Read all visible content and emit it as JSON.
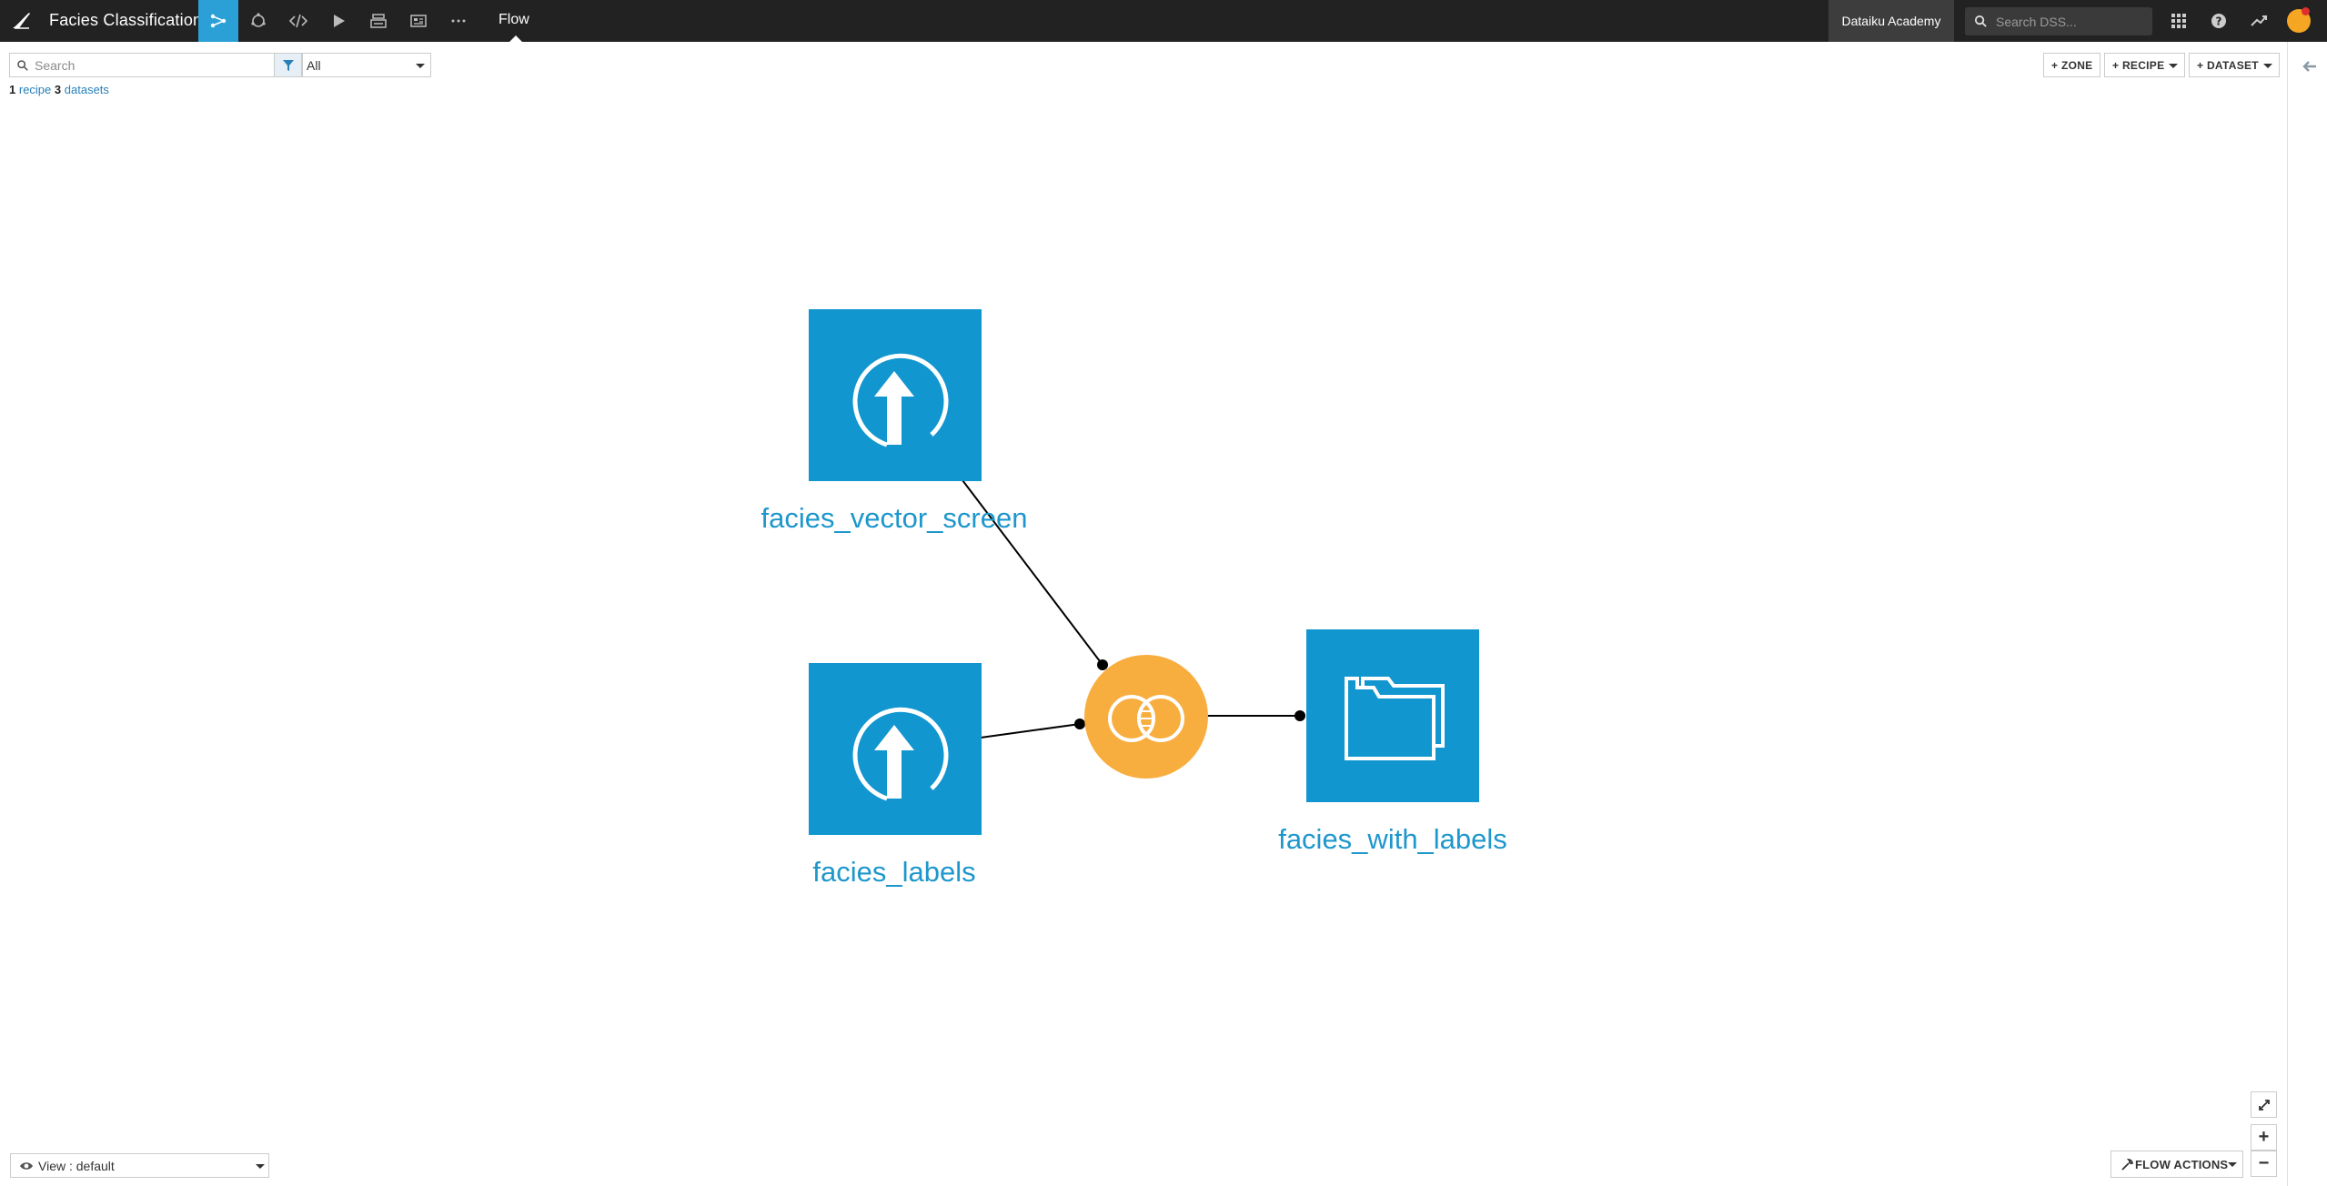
{
  "topbar": {
    "project_title": "Facies Classification",
    "active_view": "Flow",
    "organization": "Dataiku Academy",
    "search_placeholder": "Search DSS...",
    "nav_icons": [
      "flow-icon",
      "lab-icon",
      "code-icon",
      "run-icon",
      "publish-icon",
      "dashboard-icon",
      "more-icon"
    ],
    "right_icons": [
      "apps-grid-icon",
      "help-icon",
      "activity-trend-icon"
    ],
    "accent_color": "#2aa0d6"
  },
  "toolbar": {
    "search_placeholder": "Search",
    "filter_value": "All",
    "counts": {
      "recipe_count": "1",
      "recipe_label": "recipe",
      "dataset_count": "3",
      "dataset_label": "datasets"
    },
    "buttons": {
      "zone": "+ ZONE",
      "recipe": "+ RECIPE",
      "dataset": "+ DATASET"
    }
  },
  "flow": {
    "datasets": [
      {
        "id": "ds1",
        "name": "facies_vector_screen",
        "icon": "upload-icon"
      },
      {
        "id": "ds2",
        "name": "facies_labels",
        "icon": "upload-icon"
      },
      {
        "id": "ds3",
        "name": "facies_with_labels",
        "icon": "folder-icon"
      }
    ],
    "recipes": [
      {
        "id": "r1",
        "type": "join",
        "icon": "join-icon",
        "color": "#f8ae3f"
      }
    ],
    "edges": [
      {
        "from": "ds1",
        "to": "r1"
      },
      {
        "from": "ds2",
        "to": "r1"
      },
      {
        "from": "r1",
        "to": "ds3"
      }
    ],
    "dataset_color": "#1196cf"
  },
  "bottom": {
    "view_label": "View : default",
    "flow_actions": "FLOW ACTIONS",
    "zoom_in": "+",
    "zoom_out": "−"
  }
}
